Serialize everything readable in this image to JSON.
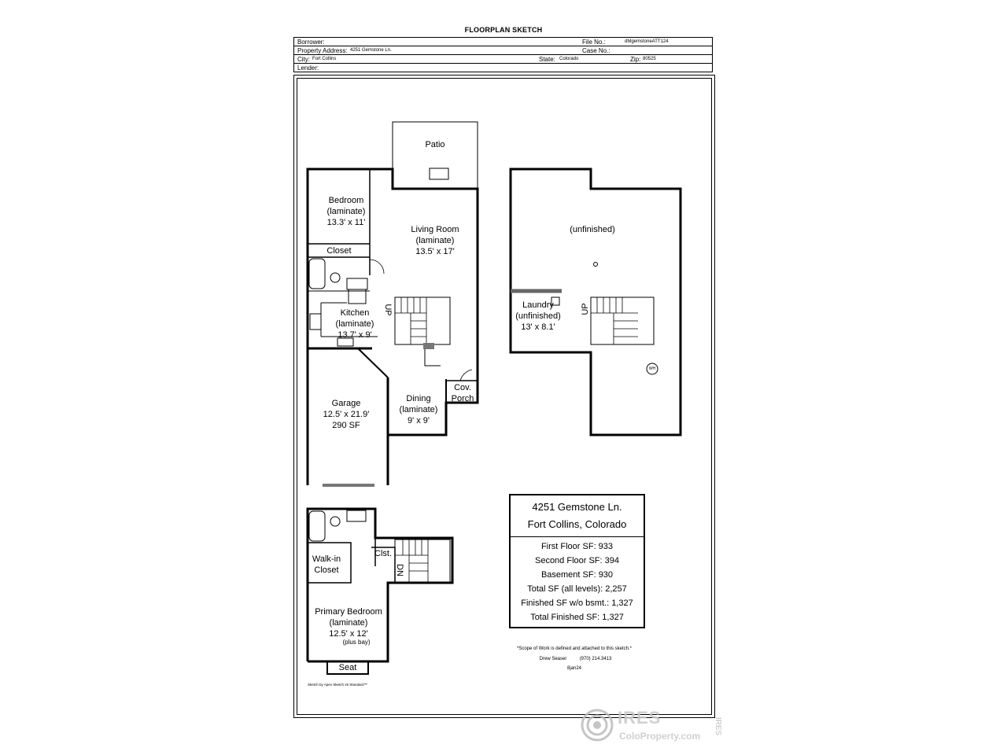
{
  "title": "FLOORPLAN SKETCH",
  "header": {
    "borrower_label": "Borrower:",
    "file_no_label": "File No.:",
    "file_no": "dMgemstoneATT124",
    "address_label": "Property Address:",
    "address": "4251 Gemstone Ln.",
    "case_no_label": "Case No.:",
    "city_label": "City:",
    "city": "Fort Collins",
    "state_label": "State:",
    "state": "Colorado",
    "zip_label": "Zip:",
    "zip": "80525",
    "lender_label": "Lender:"
  },
  "rooms": {
    "patio": "Patio",
    "bedroom": [
      "Bedroom",
      "(laminate)",
      "13.3' x 11'"
    ],
    "living": [
      "Living Room",
      "(laminate)",
      "13.5' x 17'"
    ],
    "closet": "Closet",
    "kitchen": [
      "Kitchen",
      "(laminate)",
      "13.7' x 9'"
    ],
    "up1": "UP",
    "garage": [
      "Garage",
      "12.5' x 21.9'",
      "290 SF"
    ],
    "dining": [
      "Dining",
      "(laminate)",
      "9' x 9'"
    ],
    "porch": [
      "Cov.",
      "Porch"
    ],
    "unfinished": "(unfinished)",
    "laundry": [
      "Laundry",
      "(unfinished)",
      "13' x 8.1'"
    ],
    "up2": "UP",
    "wh": "WH",
    "walkin": [
      "Walk-in",
      "Closet"
    ],
    "clst": "Clst.",
    "dn": "DN",
    "primary": [
      "Primary Bedroom",
      "(laminate)",
      "12.5' x 12'"
    ],
    "plus_bay": "(plus bay)",
    "seat": "Seat"
  },
  "summary": {
    "address_line1": "4251 Gemstone Ln.",
    "address_line2": "Fort Collins, Colorado",
    "first_floor": "First Floor SF: 933",
    "second_floor": "Second Floor SF: 394",
    "basement": "Basement SF: 930",
    "total_all": "Total SF (all levels): 2,257",
    "finished_wo_bsmt": "Finished SF w/o bsmt.: 1,327",
    "total_finished": "Total Finished SF: 1,327"
  },
  "footer": {
    "scope": "*Scope of Work is defined and attached to this sketch.*",
    "author": "Drew Seaser",
    "phone": "(970) 214.3413",
    "date": "8jan24",
    "software": "Sketch by Apex Sketch v5 Standard™"
  },
  "watermark": {
    "brand": "IRES",
    "url": "ColoProperty.com",
    "side": "IRES"
  }
}
